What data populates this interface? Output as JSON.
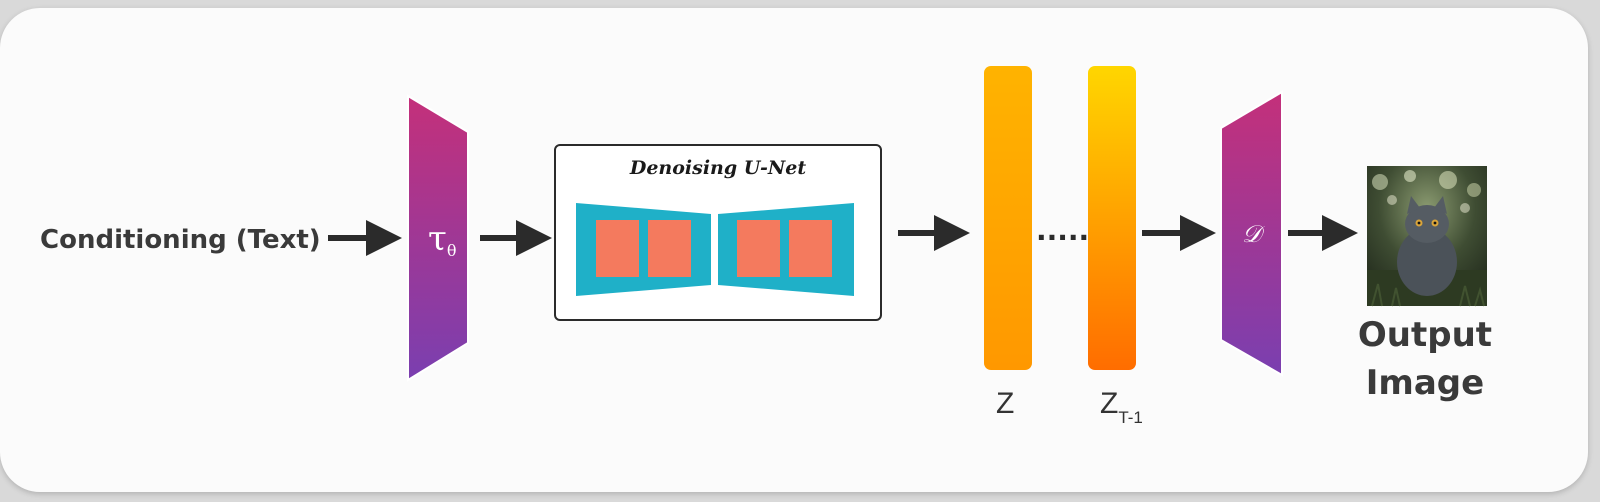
{
  "input": {
    "label": "Conditioning (Text)"
  },
  "text_encoder": {
    "symbol": "τ",
    "subscript": "θ"
  },
  "unet": {
    "title": "Denoising U-Net"
  },
  "latents": {
    "first_label": "Z",
    "second_label": "Z",
    "second_subscript": "T-1",
    "ellipsis": "....."
  },
  "decoder": {
    "symbol": "𝒟"
  },
  "output": {
    "line1": "Output",
    "line2": "Image"
  },
  "colors": {
    "encoder_top": "#c4307a",
    "encoder_bottom": "#7a3fb0",
    "unet_teal": "#1fb0c8",
    "unet_block": "#f47a5e",
    "latent_light": "#ffc107",
    "latent_dark": "#ff7a00",
    "arrow": "#2b2b2b"
  },
  "icons": {
    "output_image": "cat-photo-icon"
  }
}
